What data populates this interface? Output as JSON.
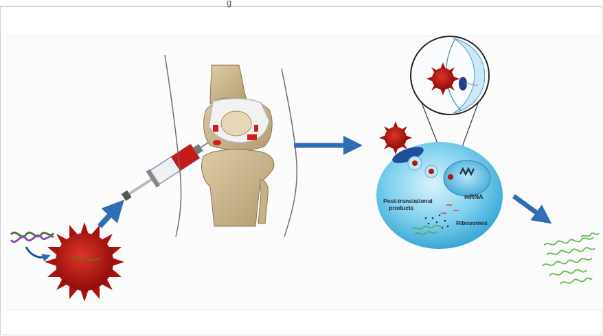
{
  "header": {
    "caption_fragment": "g"
  },
  "cell": {
    "labels": {
      "mrna": "mRNA",
      "post_translational": [
        "Post-translational",
        "products"
      ],
      "ribosomes": "Ribosomes"
    }
  },
  "colors": {
    "virus": "#b3150f",
    "arrow": "#2f6db5",
    "cell": "#63c4e8",
    "nucleus": "#2a8fc0",
    "protein": "#58b84a",
    "bone": "#c9b48e"
  },
  "icons": [
    "dna-strand-icon",
    "virus-icon",
    "syringe-icon",
    "knee-joint-icon",
    "cell-icon",
    "protein-icon"
  ]
}
